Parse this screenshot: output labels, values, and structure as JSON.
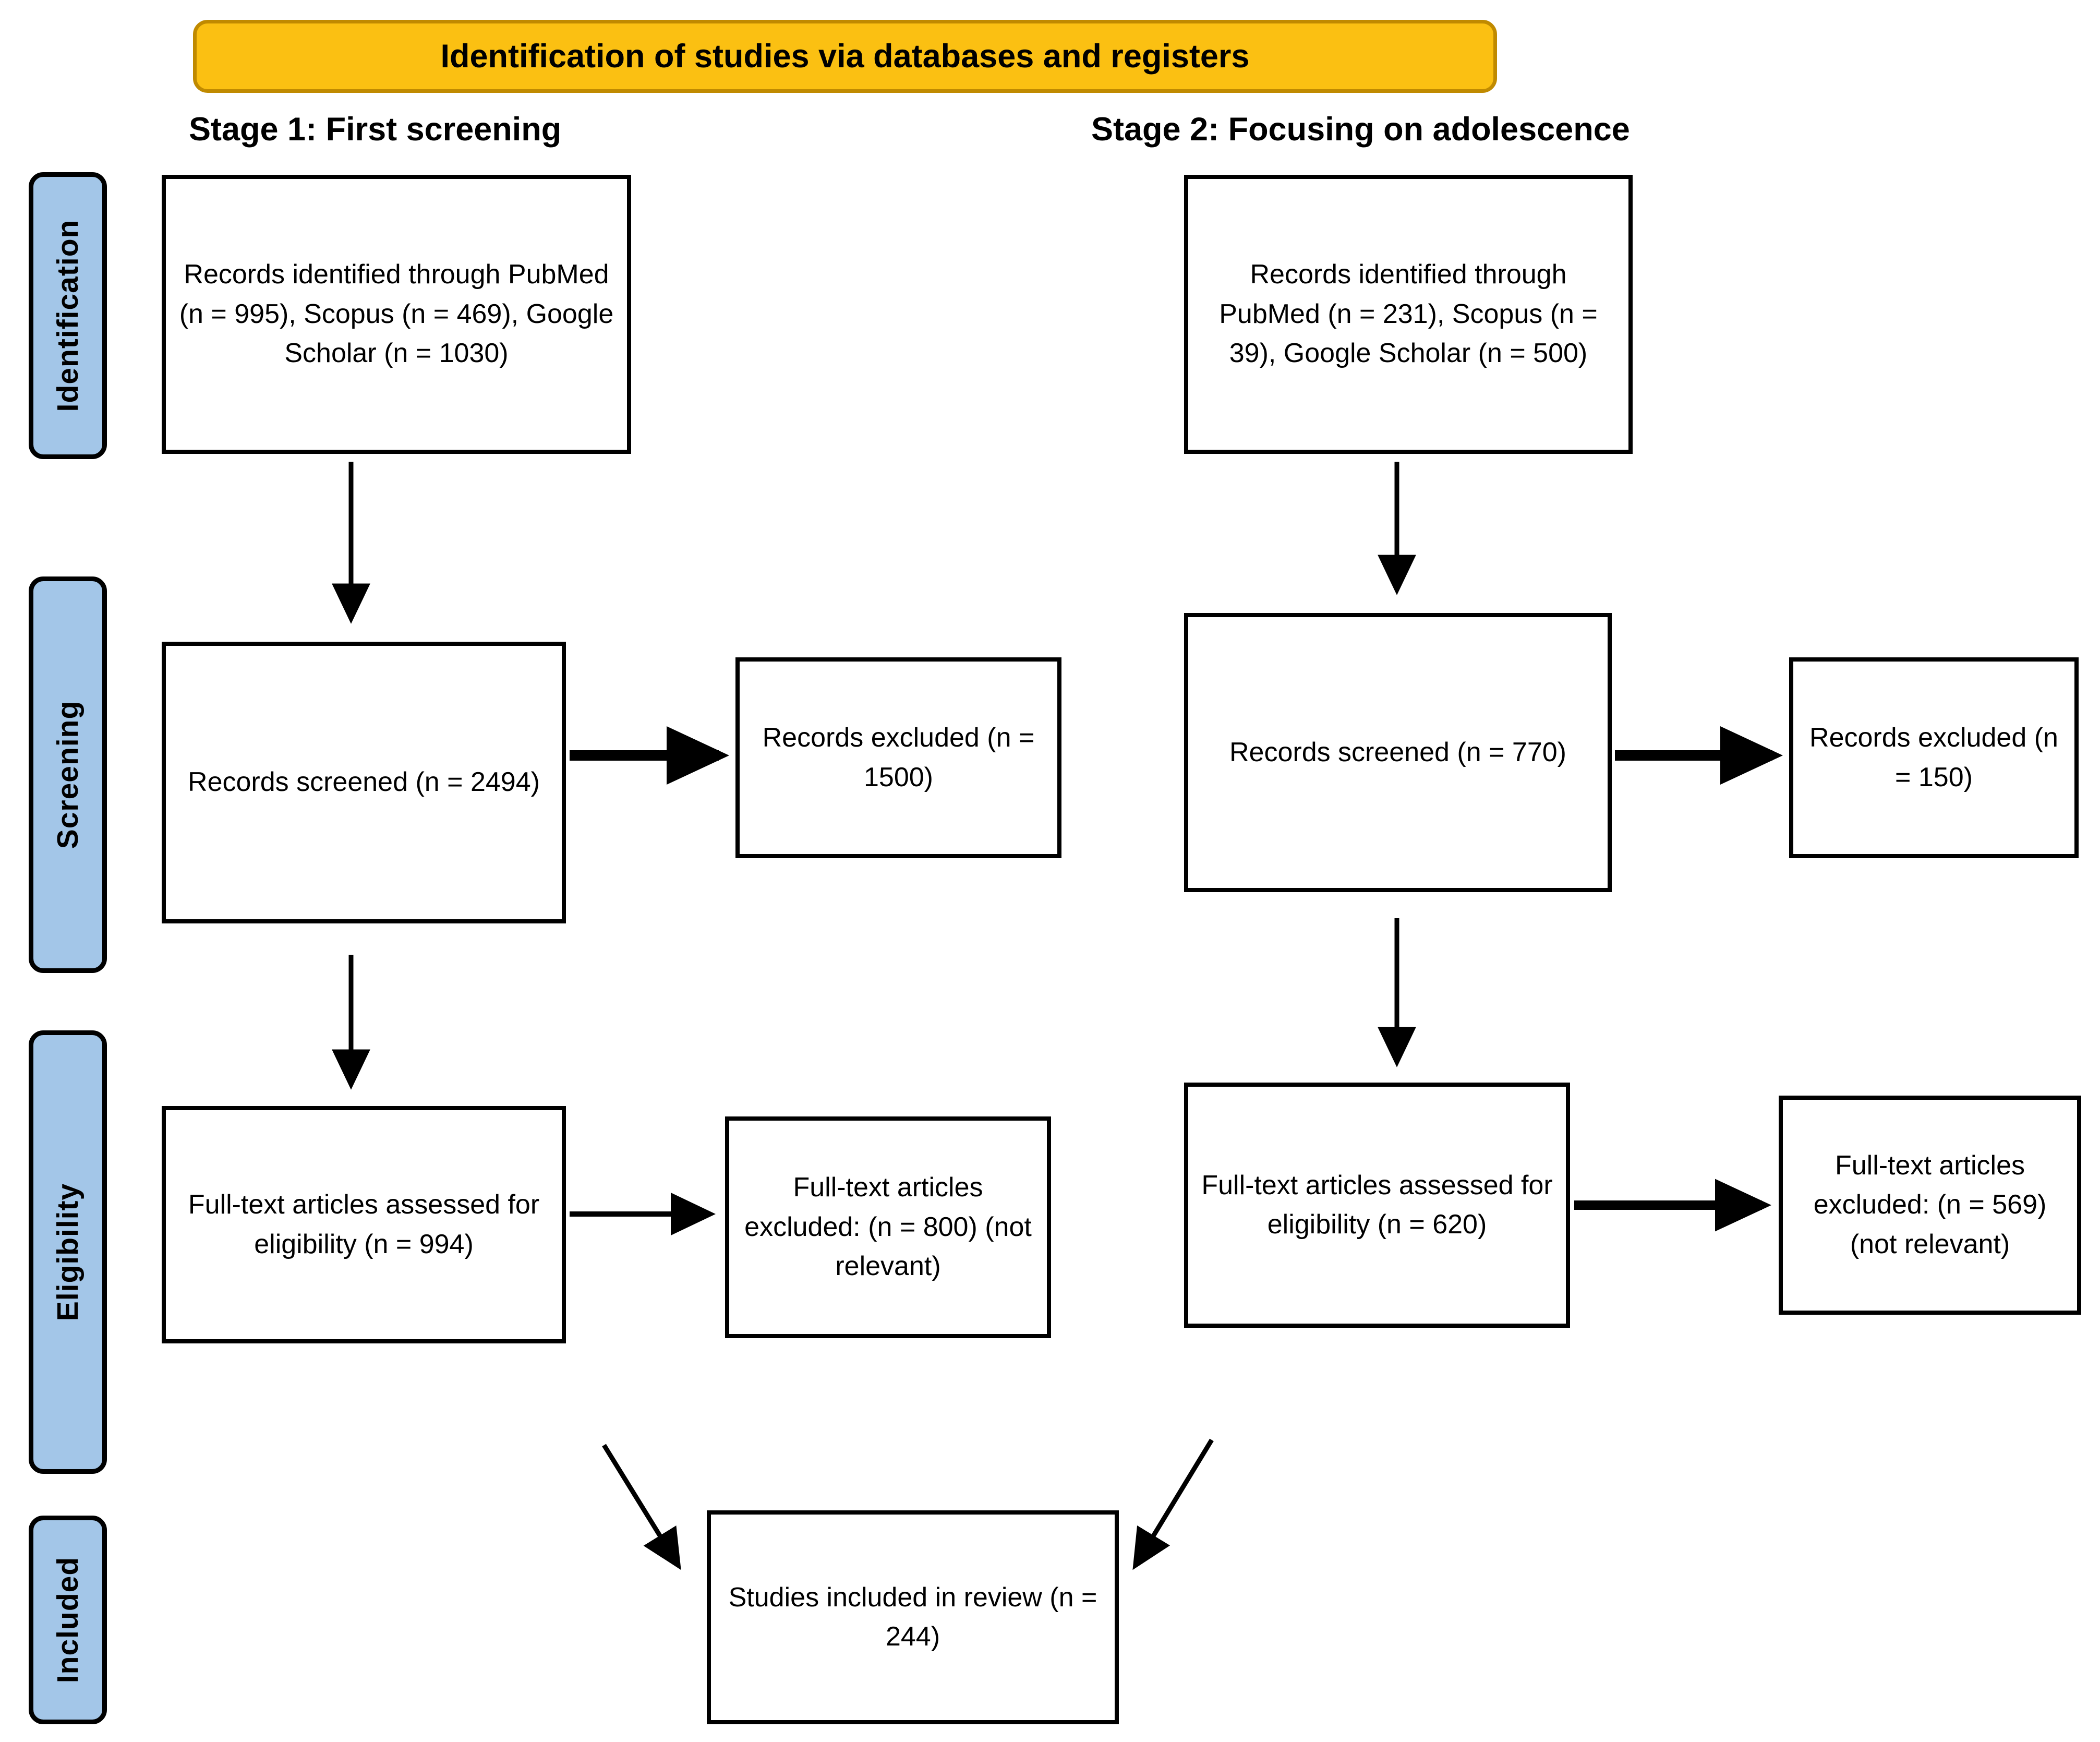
{
  "banner": {
    "title": "Identification of studies via databases and registers",
    "fill": "#FBC012",
    "border": "#C08A00"
  },
  "phases": [
    {
      "name": "identification",
      "label": "Identification"
    },
    {
      "name": "screening",
      "label": "Screening"
    },
    {
      "name": "eligibility",
      "label": "Eligibility"
    },
    {
      "name": "included",
      "label": "Included"
    }
  ],
  "phase_fill": "#A3C6E8",
  "columns": [
    {
      "id": "stage1",
      "heading": "Stage 1: First screening"
    },
    {
      "id": "stage2",
      "heading": "Stage 2: Focusing on adolescence"
    }
  ],
  "boxes": {
    "identification_1": "Records identified through PubMed (n = 995), Scopus (n = 469), Google Scholar (n = 1030)",
    "identification_2": "Records identified through PubMed (n = 231), Scopus (n = 39), Google Scholar (n = 500)",
    "screened_1": "Records screened (n = 2494)",
    "excluded_1": "Records excluded (n = 1500)",
    "screened_2": "Records screened (n = 770)",
    "excluded_2": "Records excluded (n = 150)",
    "eligibility_1": "Full-text articles assessed for eligibility (n = 994)",
    "fulltext_excluded_1": "Full-text articles excluded: (n = 800) (not relevant)",
    "eligibility_2": "Full-text articles assessed for eligibility (n = 620)",
    "fulltext_excluded_2": "Full-text articles excluded: (n = 569) (not relevant)",
    "included": "Studies included in review (n = 244)"
  },
  "chart_data": {
    "type": "diagram",
    "title": "Identification of studies via databases and registers",
    "diagram_kind": "PRISMA flow diagram",
    "phases": [
      "Identification",
      "Screening",
      "Eligibility",
      "Included"
    ],
    "stages": [
      {
        "name": "Stage 1: First screening",
        "steps": [
          {
            "phase": "Identification",
            "label": "Records identified through PubMed (n = 995), Scopus (n = 469), Google Scholar (n = 1030)",
            "sources": {
              "PubMed": 995,
              "Scopus": 469,
              "Google Scholar": 1030
            }
          },
          {
            "phase": "Screening",
            "label": "Records screened (n = 2494)",
            "n": 2494
          },
          {
            "phase": "Screening",
            "label": "Records excluded (n = 1500)",
            "n": 1500,
            "kind": "excluded"
          },
          {
            "phase": "Eligibility",
            "label": "Full-text articles assessed for eligibility (n = 994)",
            "n": 994
          },
          {
            "phase": "Eligibility",
            "label": "Full-text articles excluded: (n = 800) (not relevant)",
            "n": 800,
            "kind": "excluded",
            "reason": "not relevant"
          }
        ]
      },
      {
        "name": "Stage 2: Focusing on adolescence",
        "steps": [
          {
            "phase": "Identification",
            "label": "Records identified through PubMed (n = 231), Scopus (n = 39), Google Scholar (n = 500)",
            "sources": {
              "PubMed": 231,
              "Scopus": 39,
              "Google Scholar": 500
            }
          },
          {
            "phase": "Screening",
            "label": "Records screened (n = 770)",
            "n": 770
          },
          {
            "phase": "Screening",
            "label": "Records excluded (n = 150)",
            "n": 150,
            "kind": "excluded"
          },
          {
            "phase": "Eligibility",
            "label": "Full-text articles assessed for eligibility (n = 620)",
            "n": 620
          },
          {
            "phase": "Eligibility",
            "label": "Full-text articles excluded: (n = 569) (not relevant)",
            "n": 569,
            "kind": "excluded",
            "reason": "not relevant"
          }
        ]
      }
    ],
    "outcome": {
      "phase": "Included",
      "label": "Studies included in review (n = 244)",
      "n": 244
    }
  }
}
